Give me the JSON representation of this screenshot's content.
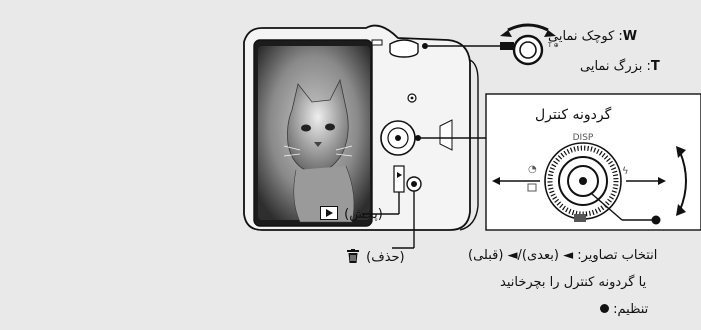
{
  "labels": {
    "w_key": "W",
    "w_text": ": کوچک نمایی",
    "t_key": "T",
    "t_text": ": بزرگ نمایی",
    "dial_title": "گردونه کنترل",
    "disp": "DISP",
    "play": "(پخش)",
    "delete": "(حذف)",
    "select_images": "انتخاب تصاویر: ◄ (بعدی)/◄ (قبلی)",
    "rotate_dial": "یا گردونه کنترل را بچرخانید",
    "set": "تنظیم:"
  },
  "icons": {
    "camera": "camera-illustration",
    "zoom_lever": "zoom-lever-icon",
    "control_wheel": "control-wheel-icon",
    "playback": "playback-button-icon",
    "trash": "trash-icon",
    "center_dot": "center-button-dot-icon"
  },
  "colors": {
    "background": "#e9e9e9",
    "ink": "#111111",
    "panel": "#ffffff"
  }
}
